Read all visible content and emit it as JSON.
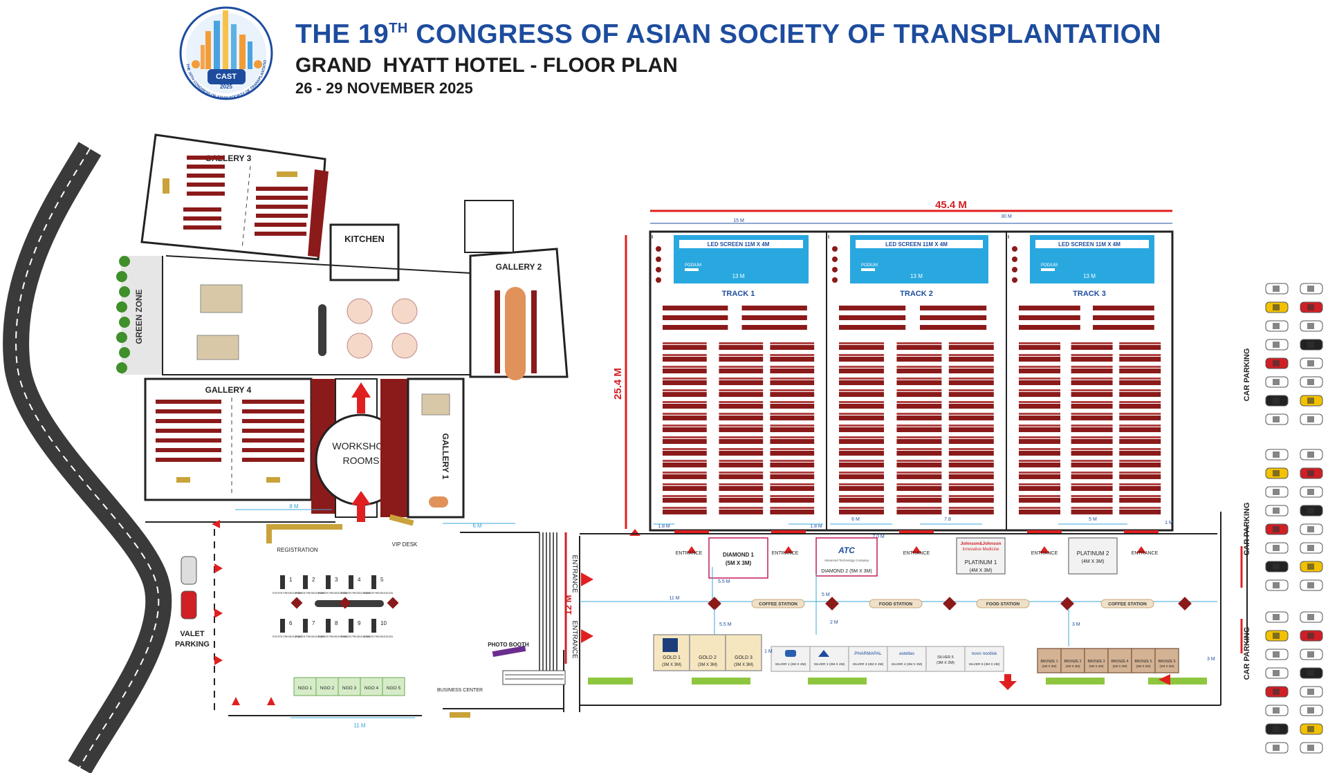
{
  "header": {
    "title_prefix": "THE 19",
    "title_sup": "TH",
    "title_rest": " CONGRESS OF ASIAN SOCIETY OF TRANSPLANTATION",
    "subtitle": "GRAND  HYATT HOTEL - FLOOR PLAN",
    "dates": "26 - 29 NOVEMBER 2025"
  },
  "logo": {
    "name": "CAST",
    "year": "2025",
    "ring_text": "THE 19TH CONGRESS OF ASIAN SOCIETY OF TRANSPLANTATION"
  },
  "rooms": {
    "gallery3": "GALLERY 3",
    "kitchen": "KITCHEN",
    "gallery2": "GALLERY 2",
    "green_zone": "GREEN ZONE",
    "gallery4": "GALLERY 4",
    "workshop_line1": "WORKSHOP",
    "workshop_line2": "ROOMS",
    "gallery1": "GALLERY 1"
  },
  "hall": {
    "total_width": "45.4 M",
    "total_height": "25.4 M",
    "dim_15": "15 M",
    "dim_30": "30 M",
    "entrance_height": "12 M",
    "tracks": [
      {
        "name": "TRACK 1",
        "screen": "LED SCREEN 11M X 4M",
        "screen_width": "13 M",
        "podium": "PODIUM"
      },
      {
        "name": "TRACK 2",
        "screen": "LED SCREEN 11M X 4M",
        "screen_width": "13 M",
        "podium": "PODIUM"
      },
      {
        "name": "TRACK 3",
        "screen": "LED SCREEN 11M X 4M",
        "screen_width": "13 M",
        "podium": "PODIUM"
      }
    ],
    "gaps": [
      "1.8 M",
      "1.8 M",
      "6 M",
      "7.0 M",
      "7.8",
      "5 M",
      "1 M"
    ]
  },
  "entrances": [
    "ENTRANCE",
    "ENTRANCE",
    "ENTRANCE",
    "ENTRANCE",
    "ENTRANCE"
  ],
  "main_entrance": "ENTRANCE",
  "main_entrance_2": "ENTRANCE",
  "booths": {
    "diamond1": {
      "name": "DIAMOND 1",
      "size": "(5M X 3M)"
    },
    "diamond2": {
      "name": "DIAMOND 2 (5M X 3M)",
      "sponsor": "Advanced Technology Company"
    },
    "platinum1": {
      "name": "PLATINUM 1",
      "size": "(4M X 3M)",
      "sponsor": "Johnson&Johnson",
      "sponsor_sub": "Innovative Medicine"
    },
    "platinum2": {
      "name": "PLATINUM 2",
      "size": "(4M X 3M)"
    },
    "gold": [
      {
        "name": "GOLD 1",
        "size": "(3M X 3M)"
      },
      {
        "name": "GOLD 2",
        "size": "(3M X 3M)"
      },
      {
        "name": "GOLD 3",
        "size": "(3M X 3M)"
      }
    ],
    "silver": [
      {
        "name": "SILVER 1 (3M X 2M)"
      },
      {
        "name": "SILVER 2 (3M X 2M)"
      },
      {
        "name": "SILVER 3 (3M X 2M)",
        "sponsor": "PHARMAPAL"
      },
      {
        "name": "SILVER 4 (3M X 2M)",
        "sponsor": "astellas"
      },
      {
        "name": "SILVER 5",
        "size": "(3M X 2M)"
      },
      {
        "name": "SILVER 6 (3M X 2M)",
        "sponsor": "novo nordisk"
      }
    ],
    "bronze": [
      {
        "name": "BRONZE 1",
        "size": "(2M X 2M)"
      },
      {
        "name": "BRONZE 2",
        "size": "(2M X 2M)"
      },
      {
        "name": "BRONZE 3",
        "size": "(2M X 2M)"
      },
      {
        "name": "BRONZE 4",
        "size": "(2M X 2M)"
      },
      {
        "name": "BRONZE 5",
        "size": "(2M X 2M)"
      },
      {
        "name": "BRONZE 6",
        "size": "(2M X 2M)"
      }
    ]
  },
  "stations": [
    "COFFEE STATION",
    "FOOD STATION",
    "FOOD STATION",
    "COFFEE STATION"
  ],
  "corridor_dims": {
    "d_5_5a": "5.5 M",
    "d_11": "11 M",
    "d_5_5b": "5.5 M",
    "d_5": "5 M",
    "d_2": "2 M",
    "d_3": "3 M",
    "d_3b": "3 M",
    "d_1": "1 M"
  },
  "foyer": {
    "registration": "REGISTRATION",
    "vip_desk": "VIP DESK",
    "dim_8": "8 M",
    "dim_6": "6 M",
    "poster_label": "POSTER PRESENTATION",
    "posters": [
      "1",
      "2",
      "3",
      "4",
      "5",
      "6",
      "7",
      "8",
      "9",
      "10"
    ],
    "photo_booth": "PHOTO BOOTH",
    "business_center": "BUSINESS CENTER",
    "ngos": [
      "NGO 1",
      "NGO 2",
      "NGO 3",
      "NGO 4",
      "NGO 5"
    ],
    "dim_11": "11 M",
    "valet": "VALET PARKING"
  },
  "parking": {
    "label": "CAR PARKING"
  },
  "colors": {
    "title_blue": "#1d4c9e",
    "maroon": "#8b1a1a",
    "arrow_red": "#e02020",
    "screen_blue": "#29a8e0",
    "booth_gold": "#f6e6c0",
    "booth_bronze": "#c8a88a",
    "green": "#8ec63f"
  }
}
